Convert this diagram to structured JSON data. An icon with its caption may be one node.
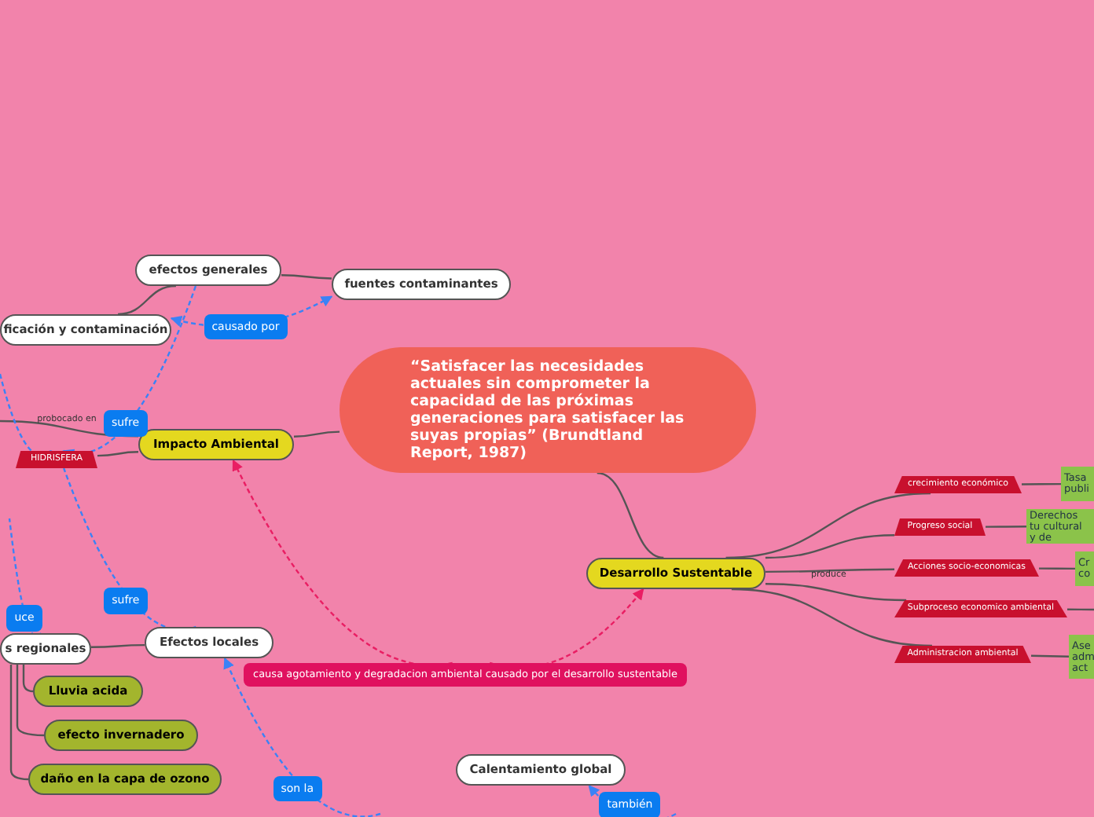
{
  "diagram": {
    "nodes": [
      {
        "text": [
          "“Satisfacer las necesidades actuales sin comprometer la capacidad de las próximas generaciones para satisfacer las suyas propias” (Brundtland Report, 1987)"
        ]
      },
      {
        "text": [
          "Impacto Ambiental"
        ]
      },
      {
        "text": [
          "Desarrollo Sustentable"
        ]
      },
      {
        "text": [
          "efectos generales"
        ]
      },
      {
        "text": [
          "fuentes contaminantes"
        ]
      },
      {
        "text": [
          "ficación y contaminación"
        ]
      },
      {
        "text": [
          "HIDRISFERA"
        ]
      },
      {
        "text": [
          "Efectos locales"
        ]
      },
      {
        "text": [
          "s regionales"
        ]
      },
      {
        "text": [
          "Lluvia acida"
        ]
      },
      {
        "text": [
          "efecto invernadero"
        ]
      },
      {
        "text": [
          "daño en la capa de ozono"
        ]
      },
      {
        "text": [
          "Calentamiento global"
        ]
      },
      {
        "text": [
          "crecimiento económico"
        ]
      },
      {
        "text": [
          "Progreso social"
        ]
      },
      {
        "text": [
          "Acciones socio-economicas"
        ]
      },
      {
        "text": [
          "Subproceso economico ambiental"
        ]
      },
      {
        "text": [
          "Administracion ambiental"
        ]
      },
      {
        "text": [
          "Tasa publi"
        ]
      },
      {
        "text": [
          "Derechos tu cultural y de"
        ]
      },
      {
        "text": [
          "Cr co"
        ]
      },
      {
        "text": [
          "Ase adm act"
        ]
      },
      {
        "text": [
          "causa agotamiento y degradacion ambiental  causado por el desarrollo sustentable"
        ]
      }
    ],
    "edges": [
      {
        "from": 0,
        "to": 1,
        "arrow": "none"
      },
      {
        "from": 0,
        "to": 2,
        "arrow": "none"
      },
      {
        "from": 3,
        "to": 4,
        "arrow": "none"
      },
      {
        "from": 3,
        "to": 5,
        "arrow": "none"
      },
      {
        "from": 1,
        "to": null,
        "arrow": "none",
        "label": "probocado en"
      },
      {
        "from": 1,
        "to": 6,
        "arrow": "none"
      },
      {
        "from": 4,
        "to": 5,
        "arrow": "both",
        "label": "causado por",
        "style": "dashed",
        "color": "#3b82f6"
      },
      {
        "from": 3,
        "to": 6,
        "arrow": "to",
        "label": "sufre",
        "style": "dashed",
        "color": "#3b82f6"
      },
      {
        "from": 7,
        "to": 6,
        "arrow": "none",
        "label": "sufre",
        "style": "dashed",
        "color": "#3b82f6"
      },
      {
        "from": 8,
        "to": null,
        "arrow": "none",
        "label": "uce",
        "style": "dashed",
        "color": "#3b82f6"
      },
      {
        "from": null,
        "to": 6,
        "arrow": "to",
        "style": "dashed",
        "color": "#3b82f6"
      },
      {
        "from": 8,
        "to": 7,
        "arrow": "none"
      },
      {
        "from": 8,
        "to": 9,
        "arrow": "none"
      },
      {
        "from": 8,
        "to": 10,
        "arrow": "none"
      },
      {
        "from": 8,
        "to": 11,
        "arrow": "none"
      },
      {
        "from": 22,
        "to": 1,
        "arrow": "to",
        "style": "dashed",
        "color": "#e91e63"
      },
      {
        "from": 22,
        "to": 2,
        "arrow": "to",
        "style": "dashed",
        "color": "#e91e63"
      },
      {
        "from": null,
        "to": 7,
        "arrow": "to",
        "label": "son la",
        "style": "dashed",
        "color": "#3b82f6"
      },
      {
        "from": null,
        "to": 12,
        "arrow": "to",
        "label": "también",
        "style": "dashed",
        "color": "#3b82f6"
      },
      {
        "from": 2,
        "to": 13,
        "arrow": "none"
      },
      {
        "from": 2,
        "to": 14,
        "arrow": "none"
      },
      {
        "from": 2,
        "to": 15,
        "arrow": "none"
      },
      {
        "from": 2,
        "to": 16,
        "arrow": "none"
      },
      {
        "from": 2,
        "to": 17,
        "arrow": "none"
      },
      {
        "from": 13,
        "to": 18,
        "arrow": "none"
      },
      {
        "from": 14,
        "to": 19,
        "arrow": "none"
      },
      {
        "from": 15,
        "to": 20,
        "arrow": "none"
      },
      {
        "from": 17,
        "to": 21,
        "arrow": "none"
      },
      {
        "from": 16,
        "to": null,
        "arrow": "none"
      }
    ],
    "labels": [
      "produce"
    ]
  }
}
